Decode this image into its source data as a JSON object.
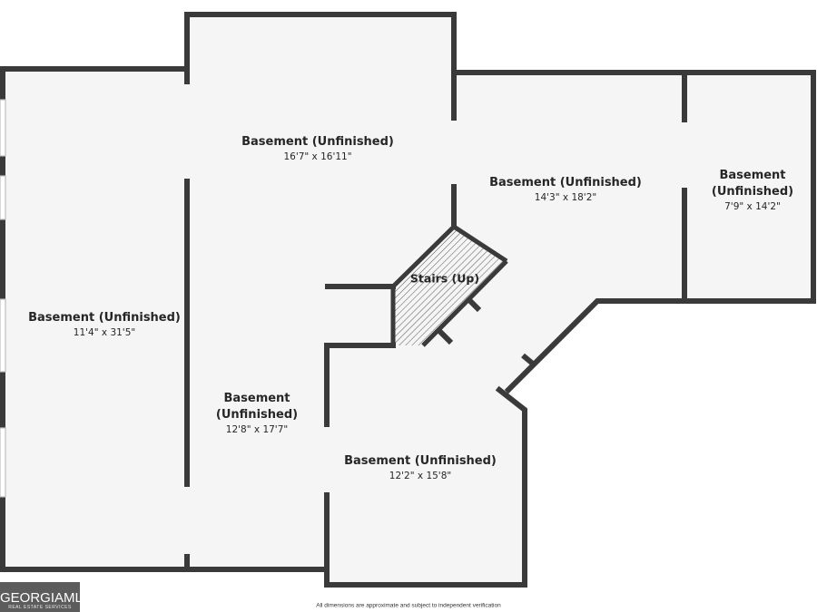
{
  "rooms": [
    {
      "name": "Basement (Unfinished)",
      "dims": "11'4\" x 31'5\""
    },
    {
      "name": "Basement (Unfinished)",
      "dims": "16'7\" x 16'11\""
    },
    {
      "name": "Basement (Unfinished)",
      "dims": "14'3\" x 18'2\""
    },
    {
      "name": "Basement\n(Unfinished)",
      "dims": "7'9\" x 14'2\""
    },
    {
      "name": "Basement\n(Unfinished)",
      "dims": "12'8\" x 17'7\""
    },
    {
      "name": "Basement (Unfinished)",
      "dims": "12'2\" x 15'8\""
    }
  ],
  "stairs": {
    "label": "Stairs (Up)"
  },
  "disclaimer": "All dimensions are approximate and subject to independent verification",
  "logo": {
    "word": "GEORGIAMLS",
    "sub": "REAL ESTATE SERVICES"
  },
  "colors": {
    "wall": "#3a3a3a",
    "floor": "#f5f5f5",
    "logo_bg": "#5c5c5c"
  }
}
